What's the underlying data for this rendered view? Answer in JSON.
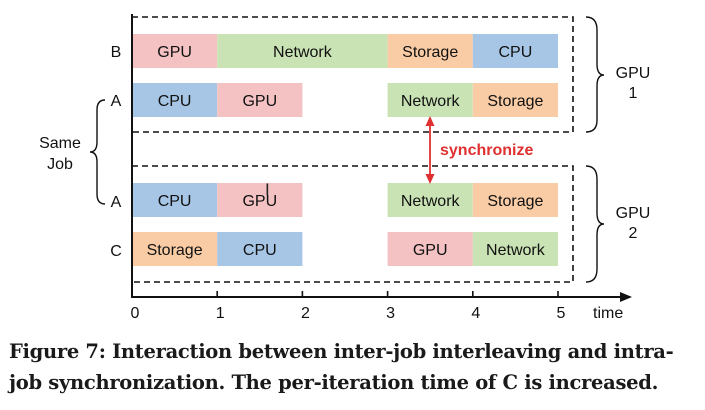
{
  "row_labels": {
    "b": "B",
    "a_top": "A",
    "a_bottom": "A",
    "c": "C"
  },
  "same_job_label": [
    "Same",
    "Job"
  ],
  "gpu_groups": [
    {
      "line1": "GPU",
      "line2": "1"
    },
    {
      "line1": "GPU",
      "line2": "2"
    }
  ],
  "synchronize_label": "synchronize",
  "axis": {
    "ticks": [
      "0",
      "1",
      "2",
      "3",
      "4",
      "5"
    ],
    "label": "time"
  },
  "timeline": {
    "unit_count": 5,
    "rows": [
      {
        "row": "B",
        "segments": [
          {
            "label": "GPU",
            "start": 0,
            "end": 1,
            "kind": "gpu"
          },
          {
            "label": "Network",
            "start": 1,
            "end": 3,
            "kind": "network"
          },
          {
            "label": "Storage",
            "start": 3,
            "end": 4,
            "kind": "storage"
          },
          {
            "label": "CPU",
            "start": 4,
            "end": 5,
            "kind": "cpu"
          }
        ]
      },
      {
        "row": "A",
        "segments": [
          {
            "label": "CPU",
            "start": 0,
            "end": 1,
            "kind": "cpu"
          },
          {
            "label": "GPU",
            "start": 1,
            "end": 2,
            "kind": "gpu"
          },
          {
            "label": "Network",
            "start": 3,
            "end": 4,
            "kind": "network"
          },
          {
            "label": "Storage",
            "start": 4,
            "end": 5,
            "kind": "storage"
          }
        ]
      },
      {
        "row": "A",
        "segments": [
          {
            "label": "CPU",
            "start": 0,
            "end": 1,
            "kind": "cpu"
          },
          {
            "label": "GPU",
            "start": 1,
            "end": 2,
            "kind": "gpu"
          },
          {
            "label": "Network",
            "start": 3,
            "end": 4,
            "kind": "network"
          },
          {
            "label": "Storage",
            "start": 4,
            "end": 5,
            "kind": "storage"
          }
        ]
      },
      {
        "row": "C",
        "segments": [
          {
            "label": "Storage",
            "start": 0,
            "end": 1,
            "kind": "storage"
          },
          {
            "label": "CPU",
            "start": 1,
            "end": 2,
            "kind": "cpu"
          },
          {
            "label": "GPU",
            "start": 3,
            "end": 4,
            "kind": "gpu"
          },
          {
            "label": "Network",
            "start": 4,
            "end": 5,
            "kind": "network"
          }
        ]
      }
    ]
  },
  "colors": {
    "gpu": "#f4c2c2",
    "network": "#c9e3b4",
    "storage": "#f9cca5",
    "cpu": "#a7c6e6",
    "synchronize": "#e0302f"
  },
  "caption": {
    "line1": "Figure 7: Interaction between inter-job interleaving and intra-",
    "line2": "job synchronization. The per-iteration time of C is increased."
  }
}
